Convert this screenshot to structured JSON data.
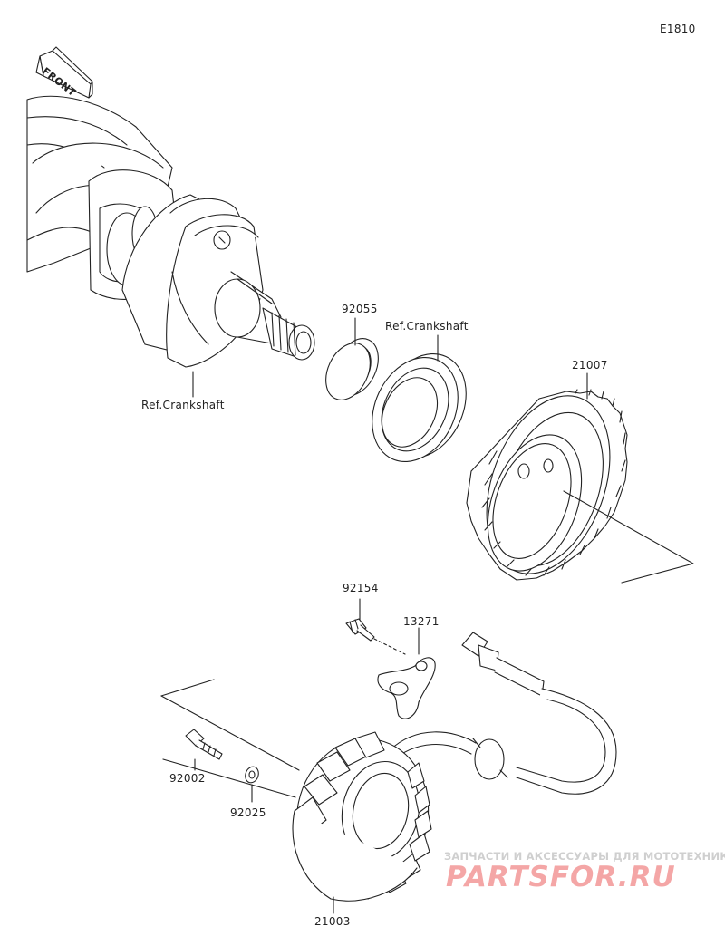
{
  "diagram": {
    "code": "E1810",
    "front_label": "FRONT"
  },
  "labels": {
    "p92055": "92055",
    "ref_crankshaft_top": "Ref.Crankshaft",
    "ref_crankshaft_bottom": "Ref.Crankshaft",
    "p21007": "21007",
    "p92154": "92154",
    "p13271": "13271",
    "p92002": "92002",
    "p92025": "92025",
    "p21003": "21003"
  },
  "watermark": {
    "tagline": "ЗАПЧАСТИ И АКСЕССУАРЫ ДЛЯ МОТОТЕХНИКИ",
    "brand": "PARTSFOR.RU"
  },
  "colors": {
    "line": "#222222",
    "watermark_text": "#cfcfcf",
    "watermark_brand": "#f4a6a6"
  }
}
